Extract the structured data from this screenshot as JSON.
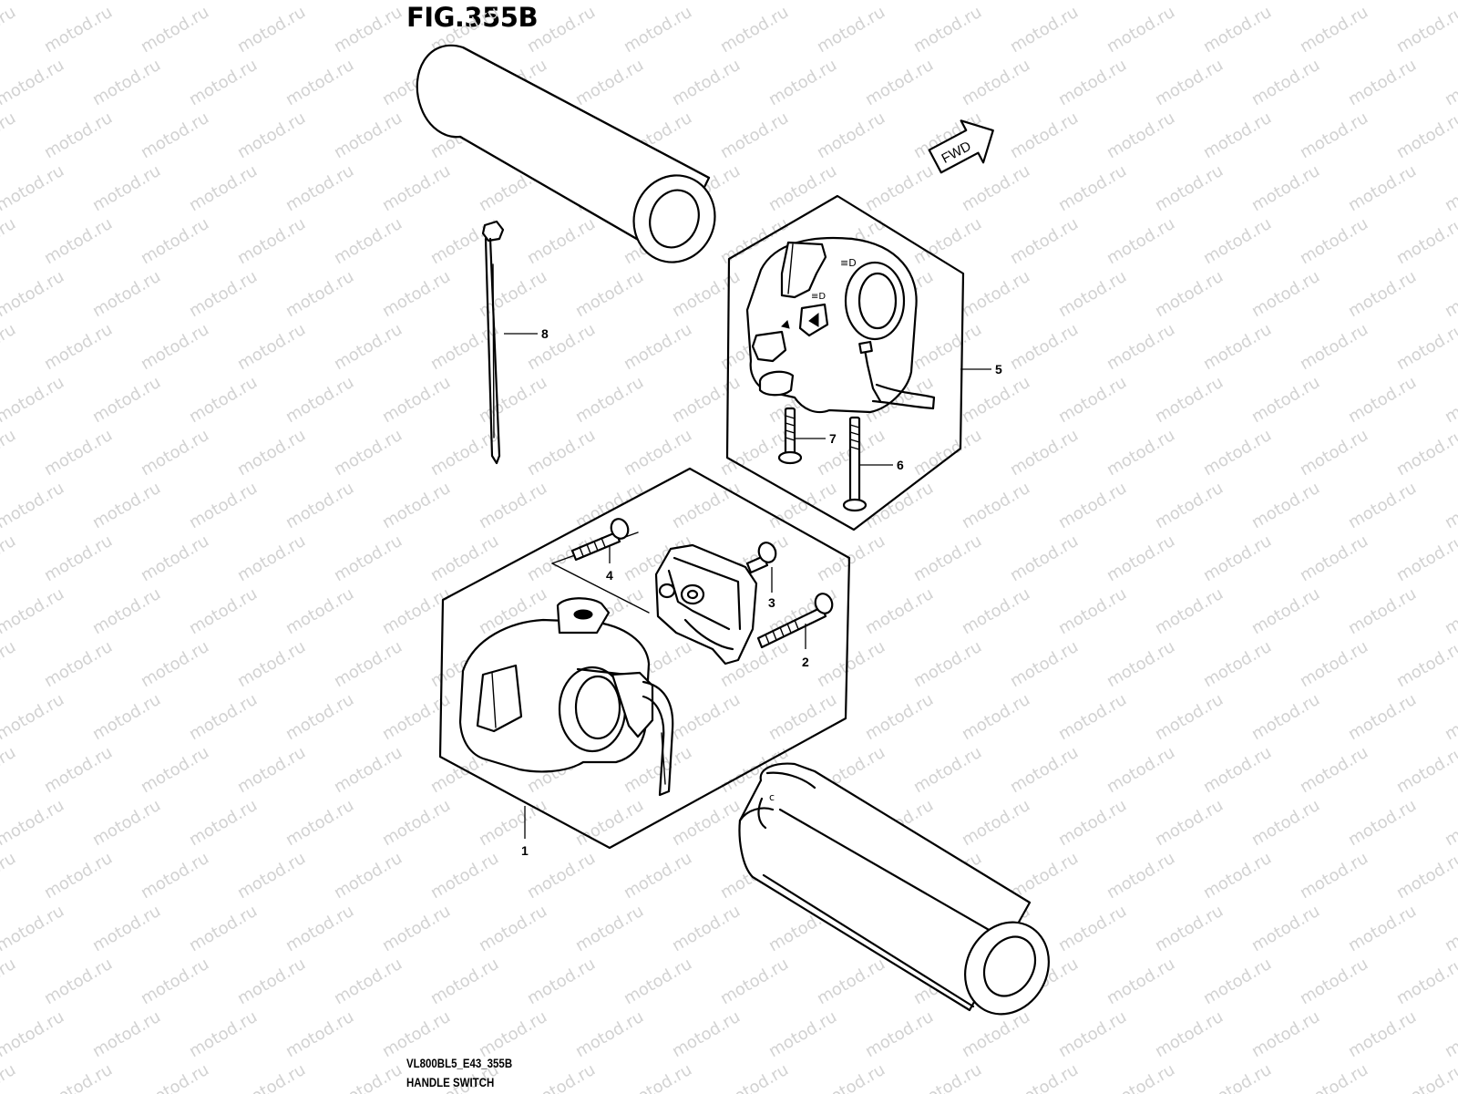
{
  "figure": {
    "title": "FIG.355B",
    "model_code": "VL800BL5_E43_355B",
    "section_name": "HANDLE SWITCH",
    "direction_label": "FWD",
    "watermark_text": "motod.ru"
  },
  "callouts": [
    {
      "id": "1",
      "label": "1"
    },
    {
      "id": "2",
      "label": "2"
    },
    {
      "id": "3",
      "label": "3"
    },
    {
      "id": "4",
      "label": "4"
    },
    {
      "id": "5",
      "label": "5"
    },
    {
      "id": "6",
      "label": "6"
    },
    {
      "id": "7",
      "label": "7"
    },
    {
      "id": "8",
      "label": "8"
    }
  ],
  "colors": {
    "ink": "#000000",
    "background": "#ffffff",
    "watermark": "#d2d2d2"
  }
}
